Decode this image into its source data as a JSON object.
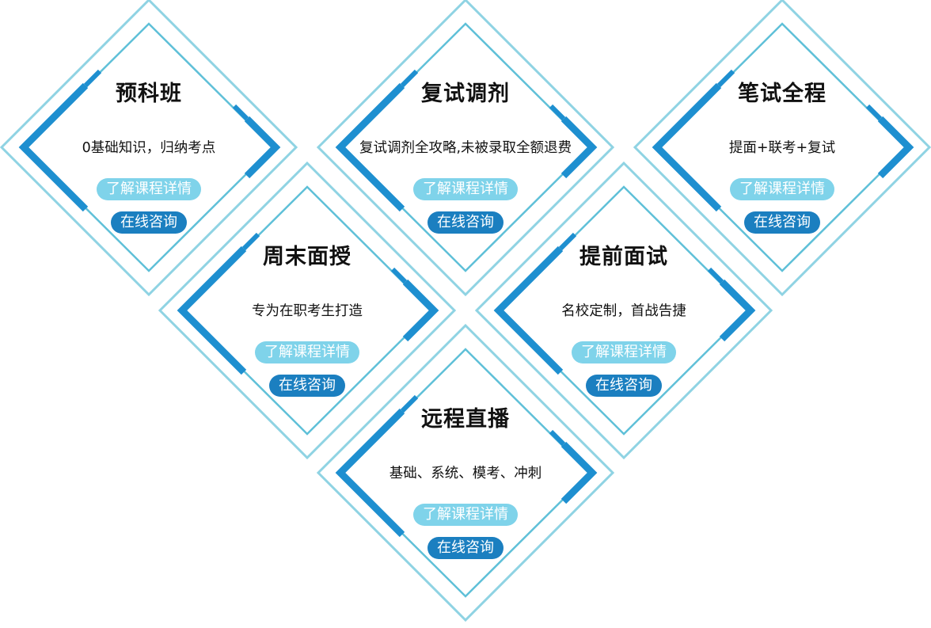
{
  "accent": "#1e8fd0",
  "frame_color": "#8fcfe0",
  "cards": [
    {
      "title": "预科班",
      "desc": "0基础知识，归纳考点",
      "detail_label": "了解课程详情",
      "consult_label": "在线咨询"
    },
    {
      "title": "复试调剂",
      "desc": "复试调剂全攻略,未被录取全额退费",
      "detail_label": "了解课程详情",
      "consult_label": "在线咨询"
    },
    {
      "title": "笔试全程",
      "desc": "提面+联考+复试",
      "detail_label": "了解课程详情",
      "consult_label": "在线咨询"
    },
    {
      "title": "周末面授",
      "desc": "专为在职考生打造",
      "detail_label": "了解课程详情",
      "consult_label": "在线咨询"
    },
    {
      "title": "提前面试",
      "desc": "名校定制，首战告捷",
      "detail_label": "了解课程详情",
      "consult_label": "在线咨询"
    },
    {
      "title": "远程直播",
      "desc": "基础、系统、模考、冲刺",
      "detail_label": "了解课程详情",
      "consult_label": "在线咨询"
    }
  ]
}
